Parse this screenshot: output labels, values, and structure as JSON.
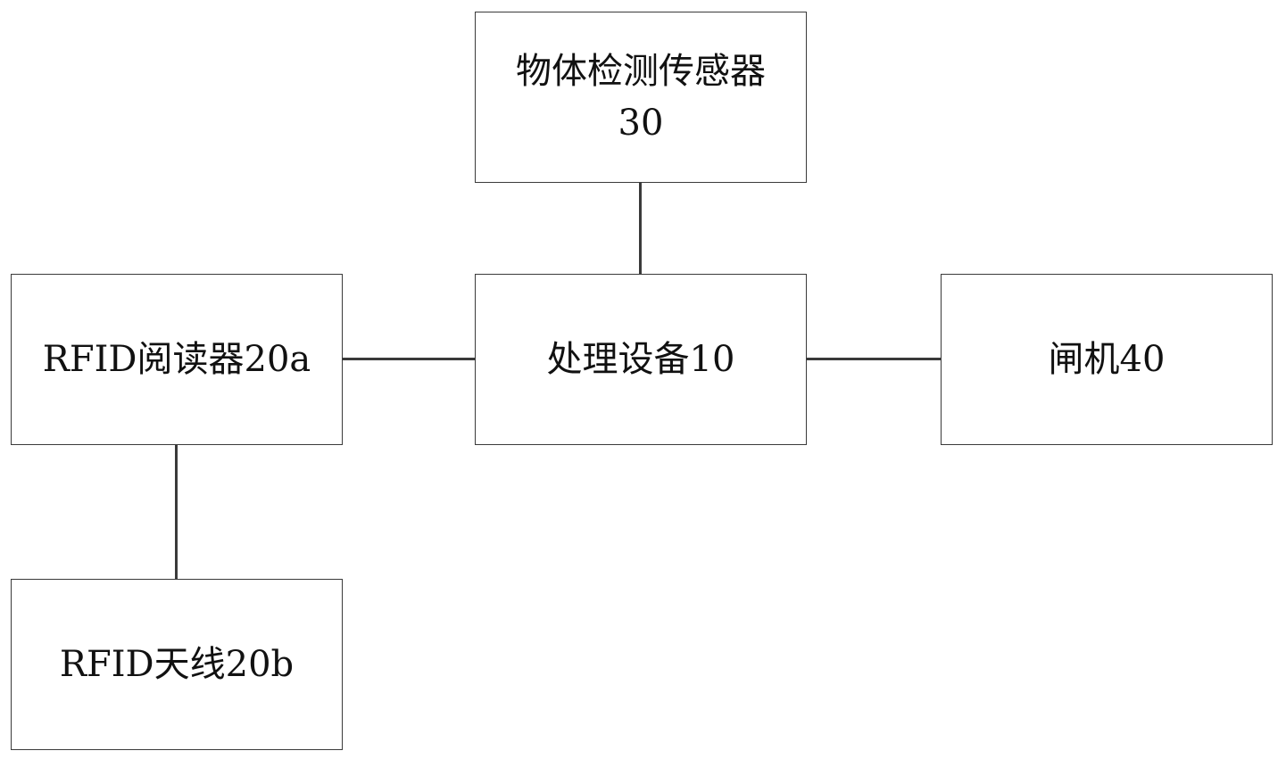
{
  "blocks": {
    "object_detection_sensor": {
      "line1": "物体检测传感器",
      "line2": "30"
    },
    "processing_device": {
      "label": "处理设备10"
    },
    "rfid_reader": {
      "label": "RFID阅读器20a"
    },
    "gate": {
      "label": "闸机40"
    },
    "rfid_antenna": {
      "label": "RFID天线20b"
    }
  }
}
